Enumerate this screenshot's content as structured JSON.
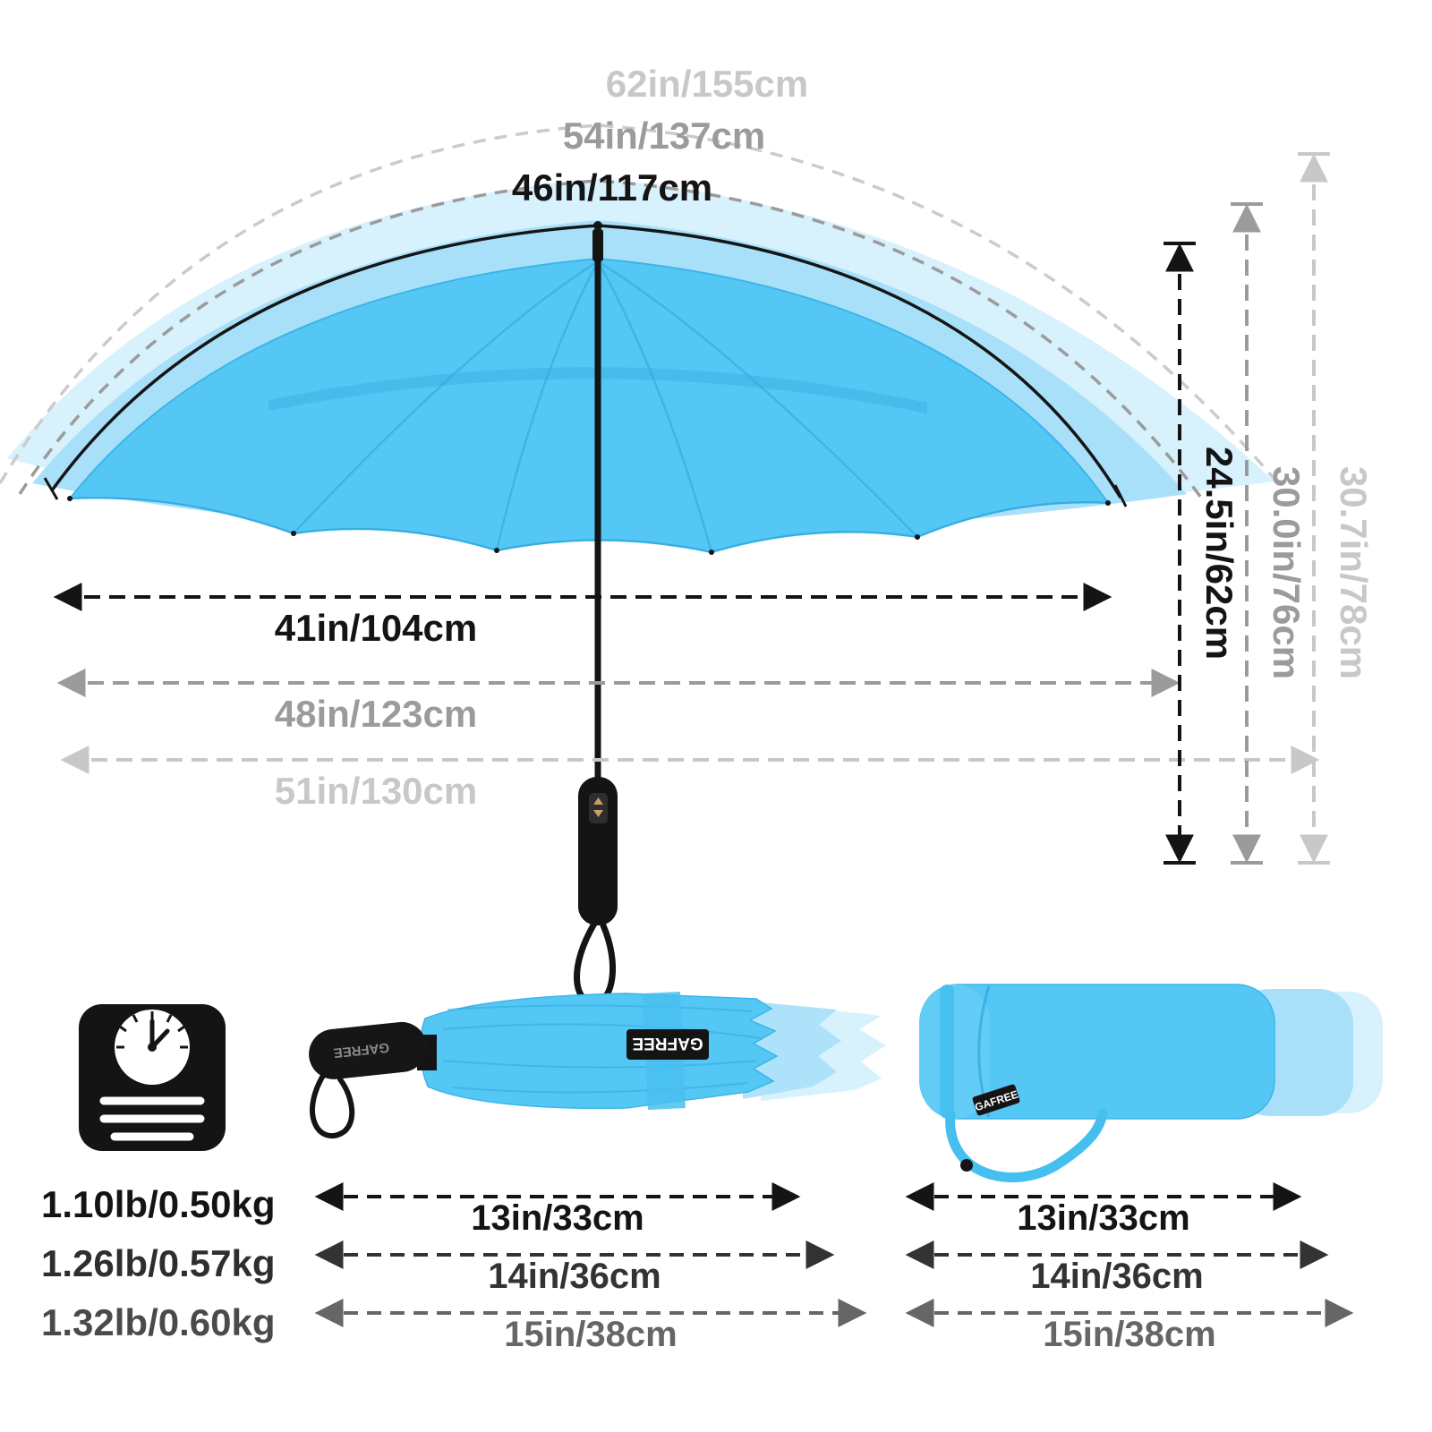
{
  "brand": "GAFREE",
  "colors": {
    "canopy_blue": "#55C7F5",
    "canopy_blue_light": "#A9E0F9",
    "canopy_blue_lightest": "#D7F1FD",
    "ink_black": "#141414",
    "gray": "#9B9B9B",
    "light_gray": "#C8C8C8"
  },
  "open_umbrella": {
    "arc_sizes": [
      {
        "label": "62in/155cm"
      },
      {
        "label": "54in/137cm"
      },
      {
        "label": "46in/117cm"
      }
    ],
    "widths": [
      {
        "label": "41in/104cm"
      },
      {
        "label": "48in/123cm"
      },
      {
        "label": "51in/130cm"
      }
    ],
    "heights": [
      {
        "label": "24.5in/62cm"
      },
      {
        "label": "30.0in/76cm"
      },
      {
        "label": "30.7in/78cm"
      }
    ]
  },
  "weight_spec": {
    "values": [
      "1.10lb/0.50kg",
      "1.26lb/0.57kg",
      "1.32lb/0.60kg"
    ]
  },
  "folded_umbrella": {
    "lengths": [
      "13in/33cm",
      "14in/36cm",
      "15in/38cm"
    ]
  },
  "sleeve": {
    "lengths": [
      "13in/33cm",
      "14in/36cm",
      "15in/38cm"
    ]
  }
}
